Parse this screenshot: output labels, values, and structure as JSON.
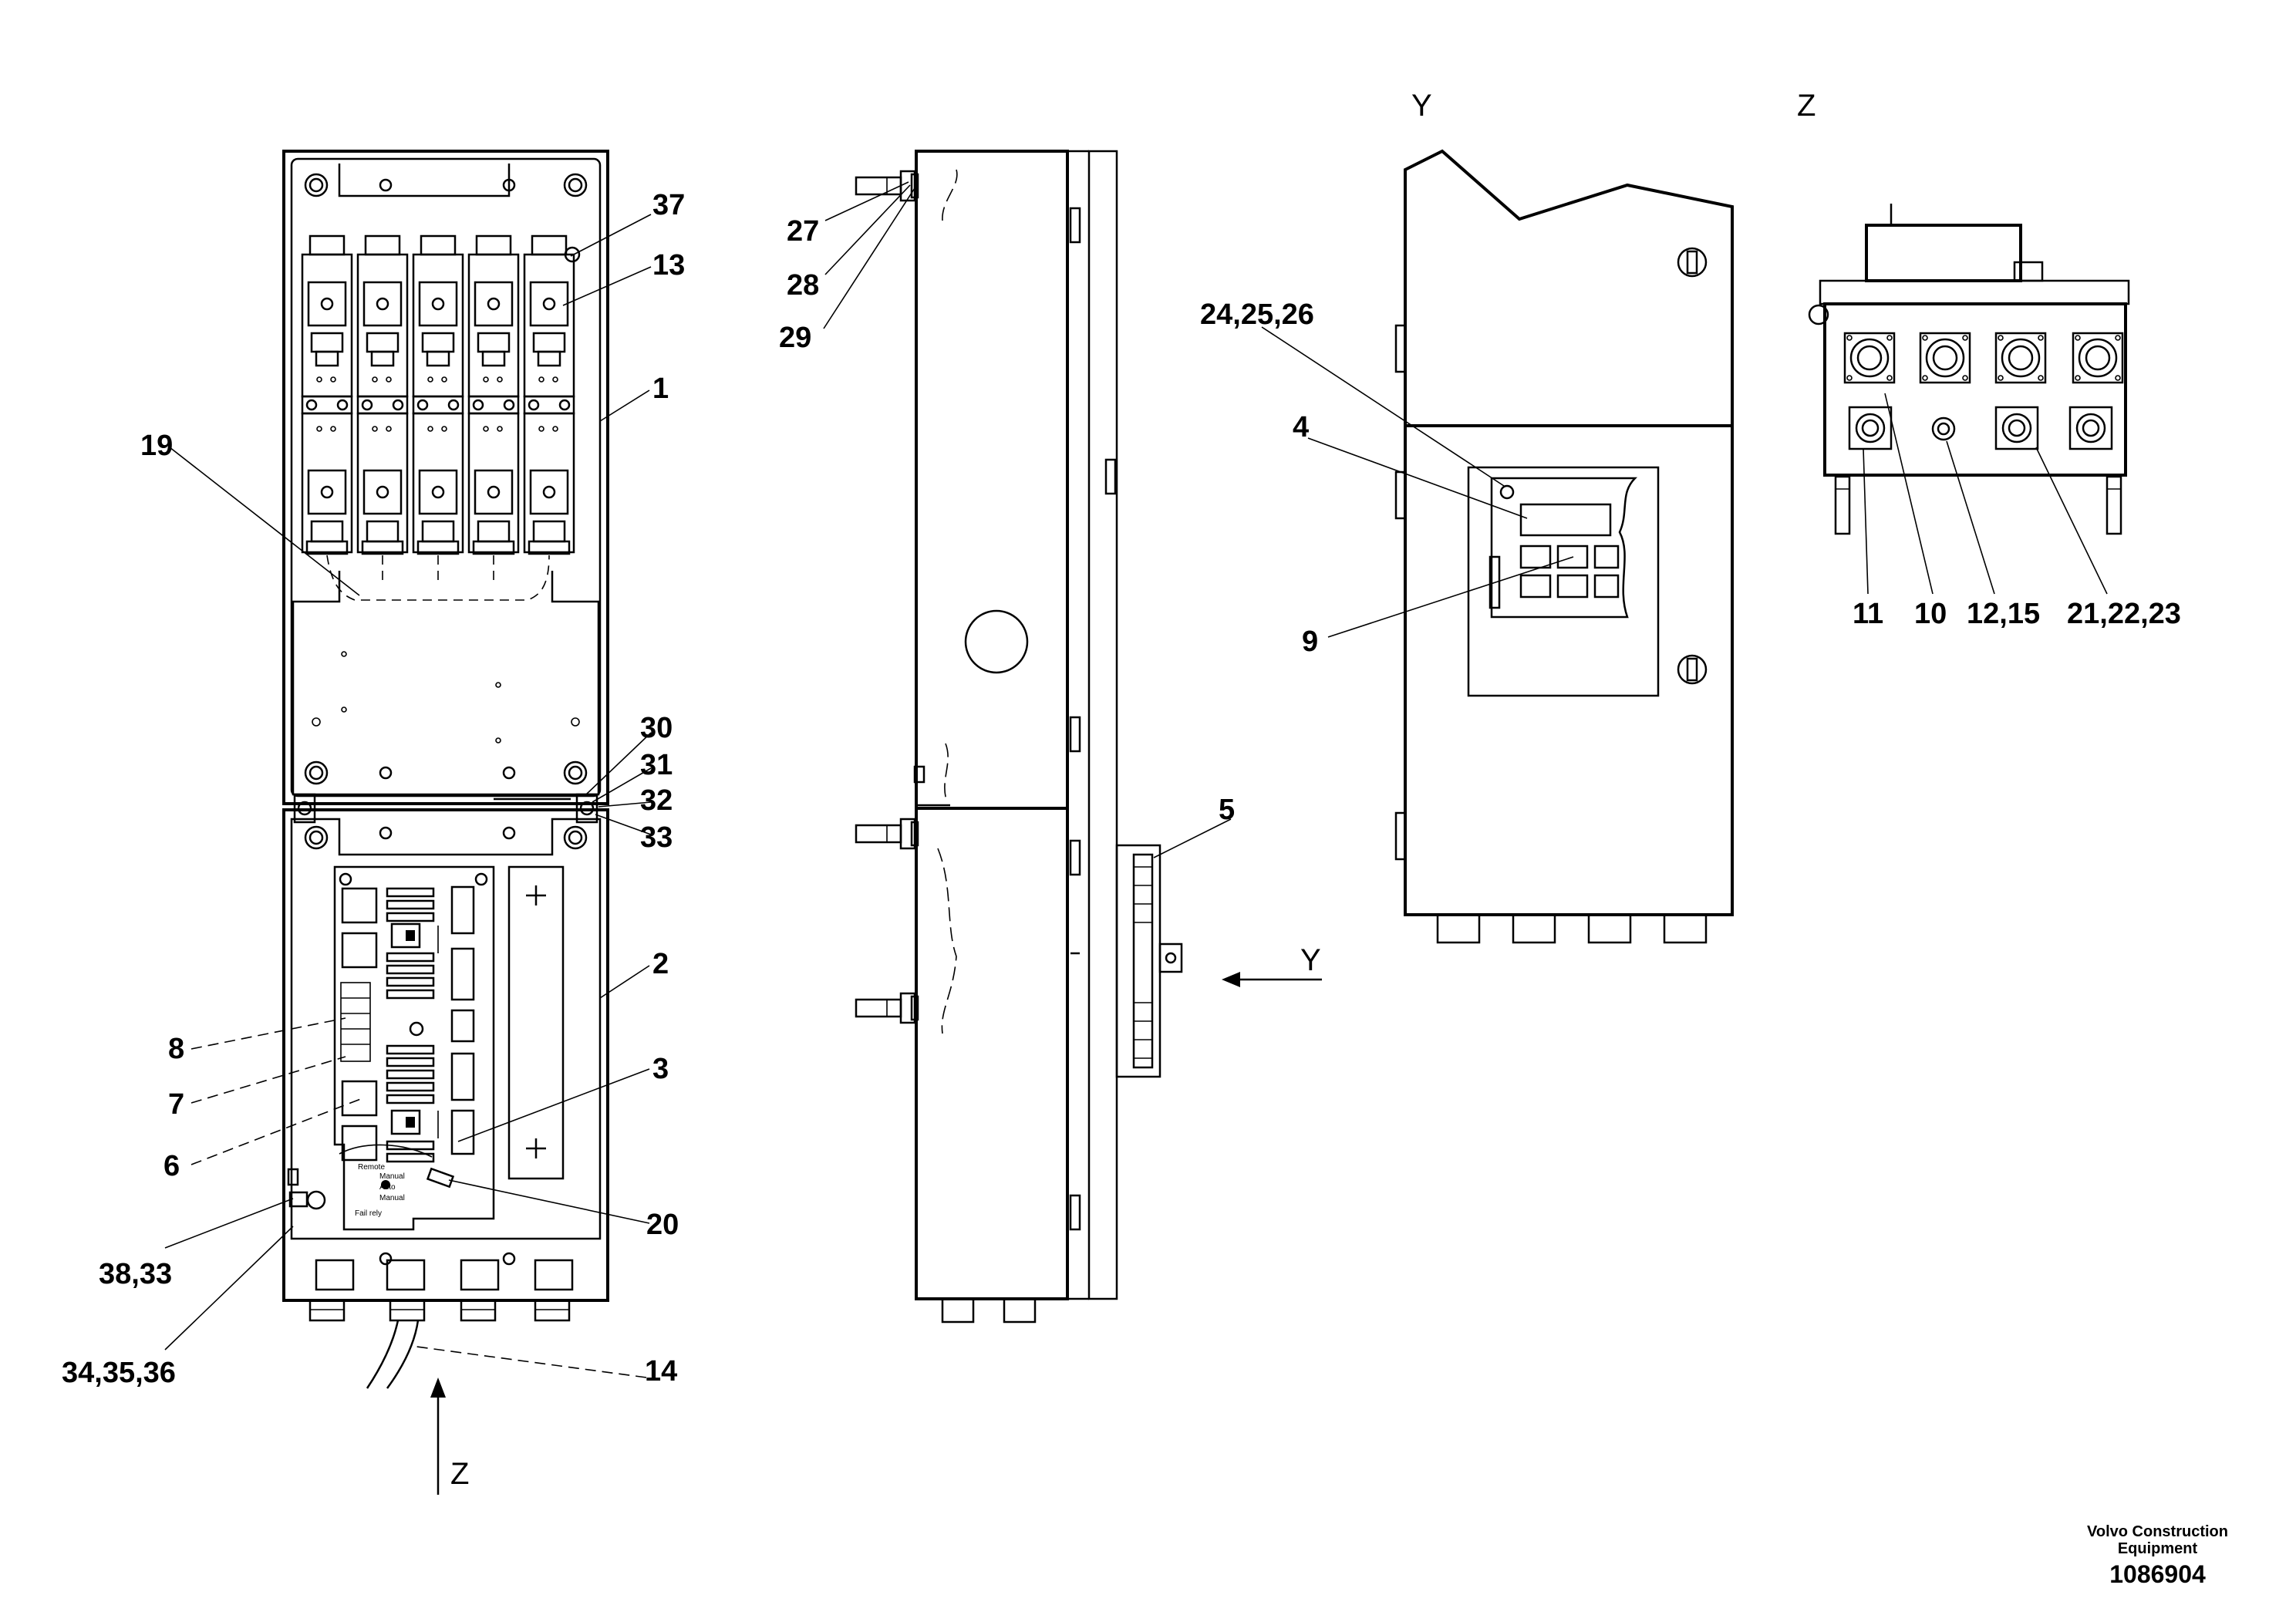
{
  "views": {
    "y": "Y",
    "z": "Z",
    "y_arrow": "Y",
    "z_arrow": "Z"
  },
  "callouts": {
    "c37": "37",
    "c13": "13",
    "c1": "1",
    "c19": "19",
    "c30": "30",
    "c31": "31",
    "c32": "32",
    "c33": "33",
    "c2": "2",
    "c8": "8",
    "c7": "7",
    "c3": "3",
    "c6": "6",
    "c20": "20",
    "c38_33": "38,33",
    "c34_35_36": "34,35,36",
    "c14": "14",
    "c27": "27",
    "c28": "28",
    "c29": "29",
    "c5": "5",
    "c24_25_26": "24,25,26",
    "c4": "4",
    "c9": "9",
    "c11": "11",
    "c10": "10",
    "c12_15": "12,15",
    "c21_22_23": "21,22,23"
  },
  "switch_labels": [
    "Remote",
    "Manual",
    "Auto",
    "Manual",
    "Fail rely"
  ],
  "footer": {
    "brand_line1": "Volvo Construction",
    "brand_line2": "Equipment",
    "drawing_number": "1086904"
  }
}
